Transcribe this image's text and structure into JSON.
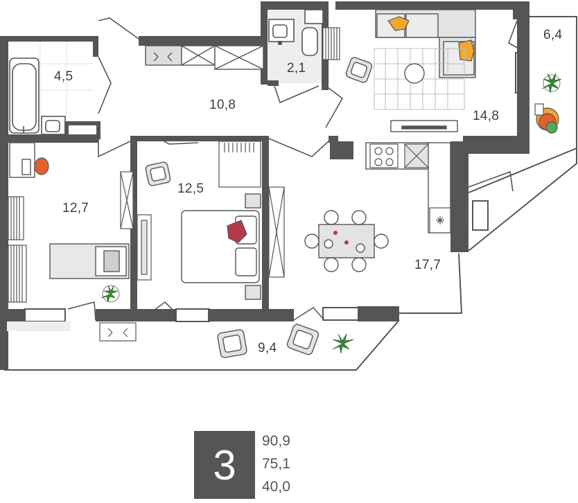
{
  "rooms": [
    {
      "area": "4,5"
    },
    {
      "area": "10,8"
    },
    {
      "area": "2,1"
    },
    {
      "area": "14,8"
    },
    {
      "area": "6,4"
    },
    {
      "area": "12,7"
    },
    {
      "area": "12,5"
    },
    {
      "area": "17,7"
    },
    {
      "area": "9,4"
    }
  ],
  "summary": {
    "room_count": "3",
    "total_area": "90,9",
    "living_area": "75,1",
    "third_value": "40,0"
  },
  "colors": {
    "wall": "#555555",
    "accent_orange": "#f2a72e",
    "accent_red": "#e2622e",
    "accent_pink": "#b23a4a",
    "plant_green": "#3a8a3a",
    "furniture_grey": "#e3e3e3"
  }
}
